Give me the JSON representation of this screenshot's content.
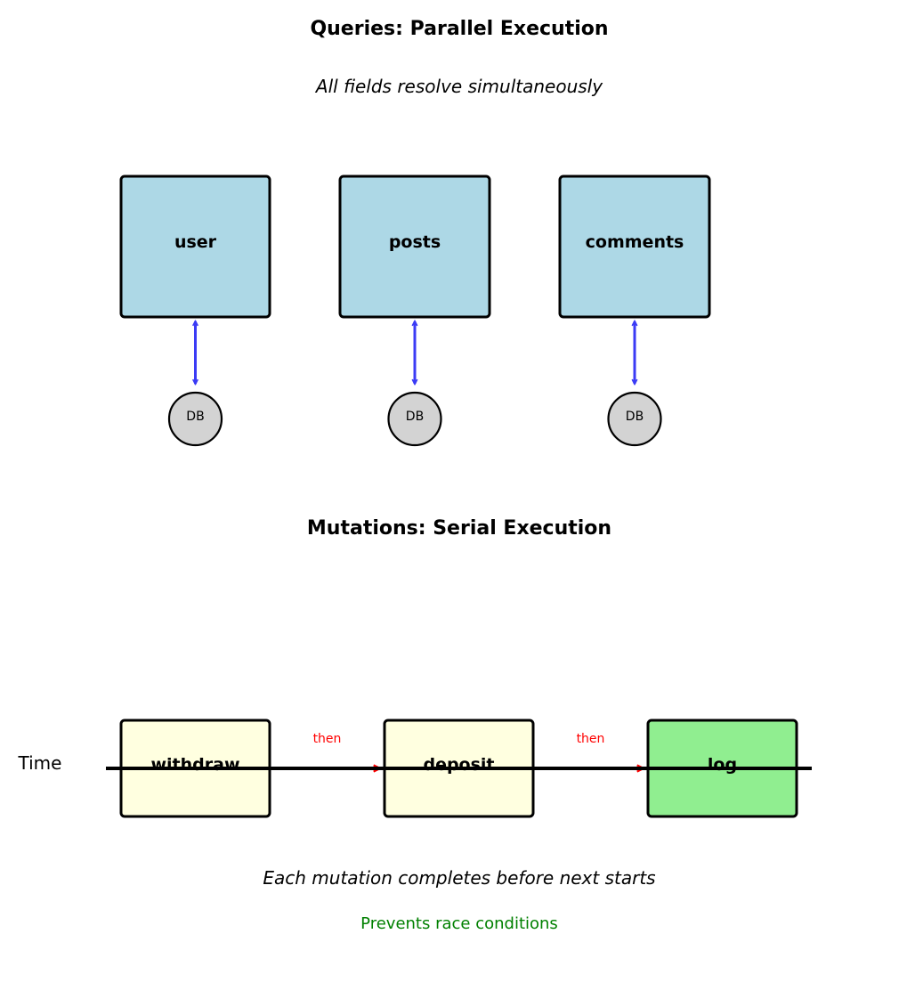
{
  "queries": {
    "title": "Queries: Parallel Execution",
    "subtitle": "All fields resolve simultaneously",
    "fields": [
      {
        "label": "user",
        "db_label": "DB"
      },
      {
        "label": "posts",
        "db_label": "DB"
      },
      {
        "label": "comments",
        "db_label": "DB"
      }
    ]
  },
  "mutations": {
    "title": "Mutations: Serial Execution",
    "time_label": "Time",
    "steps": [
      {
        "label": "withdraw",
        "color": "#ffffe0"
      },
      {
        "label": "deposit",
        "color": "#ffffe0"
      },
      {
        "label": "log",
        "color": "#90ee90"
      }
    ],
    "connectors": [
      "then",
      "then"
    ],
    "caption": "Each mutation completes before next starts",
    "note": "Prevents race conditions"
  },
  "colors": {
    "query_box": "#add8e6",
    "db_circle": "#d3d3d3",
    "db_arrow": "#3b3bf5",
    "then_arrow": "#ff0000",
    "note": "#008000"
  }
}
